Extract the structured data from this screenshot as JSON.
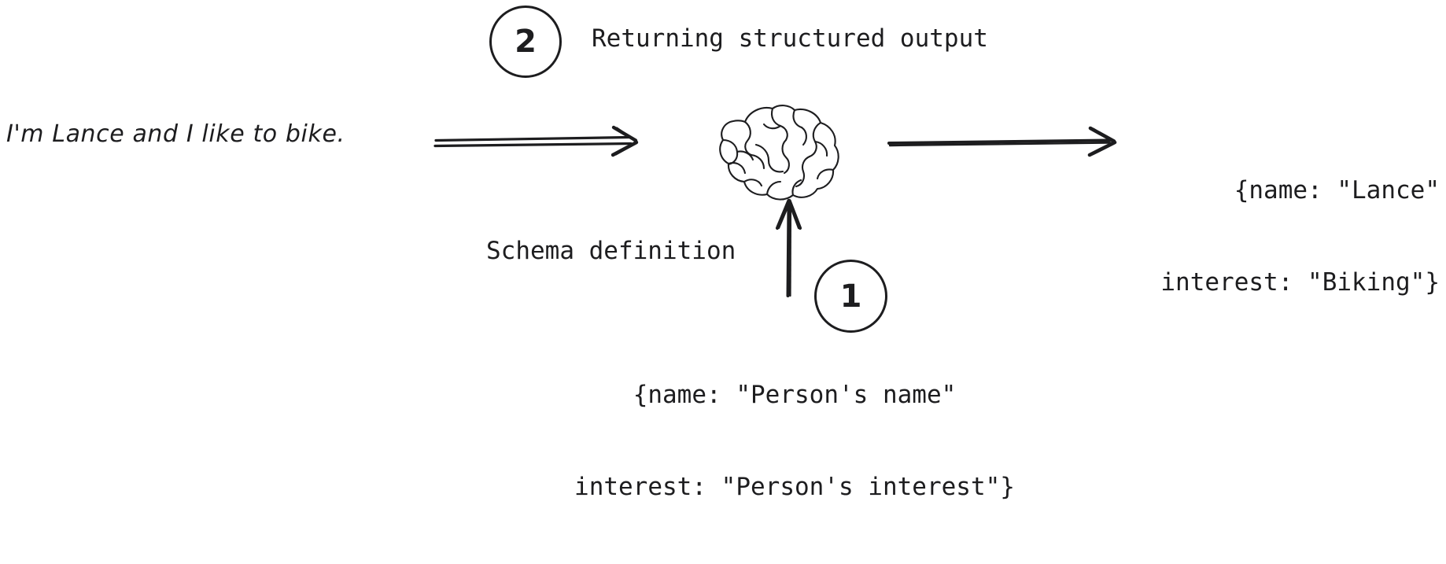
{
  "diagram": {
    "title_hidden": "",
    "background_color": "#ffffff",
    "stroke_color": "#1d1d1f",
    "steps": [
      {
        "number": "1",
        "label": "Schema definition"
      },
      {
        "number": "2",
        "label": "Returning structured output"
      }
    ],
    "input": {
      "text": "I'm Lance and I like to bike."
    },
    "processor": {
      "icon_name": "brain-icon",
      "description": "brain"
    },
    "output": {
      "line1": "{name: \"Lance\"",
      "line2": "interest: \"Biking\"}"
    },
    "schema": {
      "line1": "{name: \"Person's name\"",
      "line2": "interest: \"Person's interest\"}"
    },
    "arrows": [
      {
        "name": "input-to-brain-arrow",
        "direction": "right",
        "style": "double-line"
      },
      {
        "name": "brain-to-output-arrow",
        "direction": "right",
        "style": "single-line"
      },
      {
        "name": "schema-to-brain-arrow",
        "direction": "up",
        "style": "single-line"
      }
    ]
  }
}
